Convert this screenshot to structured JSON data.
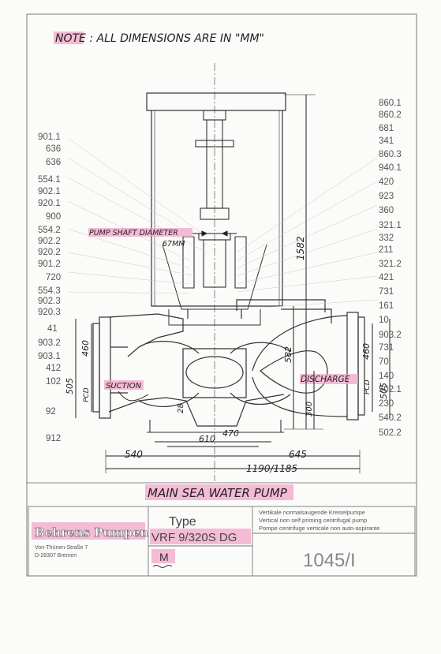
{
  "note": "NOTE : ALL DIMENSIONS ARE IN \"MM\"",
  "left_labels": [
    "901.1",
    "636",
    "636",
    "554.1",
    "902.1",
    "920.1",
    "900",
    "554.2",
    "902.2",
    "920.2",
    "901.2",
    "720",
    "554.3",
    "902.3",
    "920.3",
    "41",
    "903.2",
    "903.1",
    "412",
    "102",
    "92",
    "912"
  ],
  "right_labels": [
    "860.1",
    "860.2",
    "681",
    "341",
    "860.3",
    "940.1",
    "420",
    "923",
    "360",
    "321.1",
    "332",
    "211",
    "321.2",
    "421",
    "731",
    "161",
    "10",
    "903.2",
    "731",
    "70",
    "140",
    "502.1",
    "230",
    "540.2",
    "502.2"
  ],
  "shaft_label": "PUMP SHAFT DIAMETER",
  "shaft_value": "67MM",
  "suction_label": "SUCTION",
  "discharge_label": "DISCHARGE",
  "dims": {
    "d1582": "1582",
    "d582": "582",
    "d300": "300",
    "d460_left": "460",
    "d505_left": "505",
    "pcd_left": "PCD",
    "d460_right": "460",
    "d505_right": "505",
    "pcd_right": "PCD",
    "d28": "28",
    "d610": "610",
    "d470": "470",
    "d540": "540",
    "d645": "645",
    "d1190": "1190/1185"
  },
  "title": "MAIN SEA WATER PUMP",
  "company": {
    "logo": "Behrens Pumpen",
    "address1": "Von-Thünen-Straße 7",
    "address2": "D-28307 Bremen"
  },
  "type_label": "Type",
  "type_value": "VRF 9/320S DG",
  "type_sub": "M",
  "description": [
    "Vertikale normalsaugende Kreiselpumpe",
    "Vertical non self priming centrifugal pump",
    "Pompe centrifuge verticale non auto-aspirante"
  ],
  "drawing_number": "1045/I"
}
